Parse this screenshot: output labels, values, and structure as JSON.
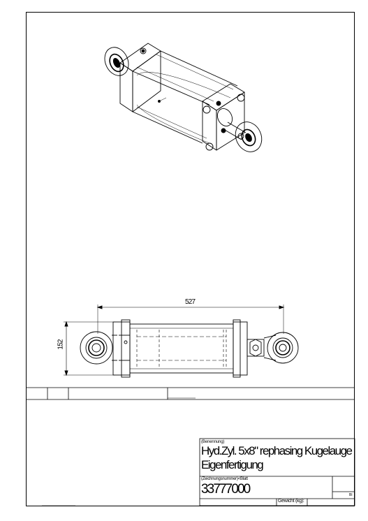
{
  "title_block": {
    "label_name": "(Benennung)",
    "title_line1": "Hyd.Zyl. 5x8\" rephasing Kugelauge",
    "title_line2": "Eigenfertigung",
    "label_drawing_number": "(Zeichnungsnummer)<Blatt",
    "drawing_number": "33777000",
    "sheet_mark": "Bl",
    "label_weight": "Gewicht (kg):"
  },
  "dimensions": {
    "length": "527",
    "height": "152"
  }
}
